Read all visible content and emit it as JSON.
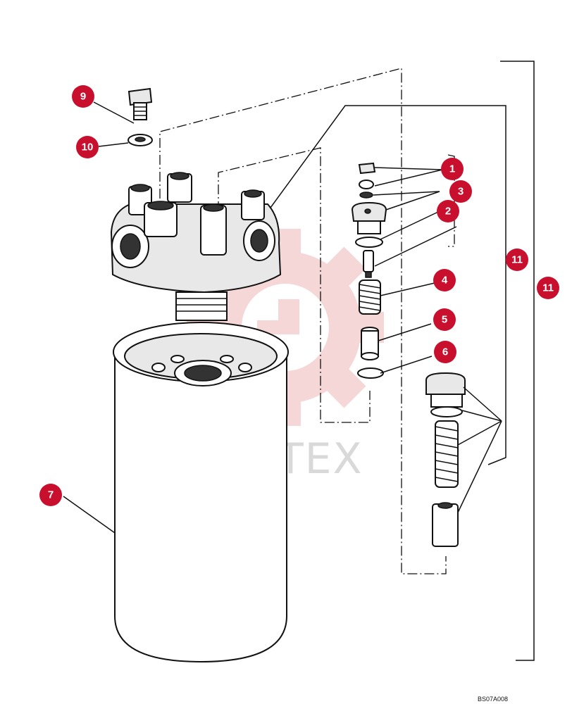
{
  "diagram": {
    "callouts": [
      {
        "id": "c1",
        "label": "1"
      },
      {
        "id": "c2",
        "label": "2"
      },
      {
        "id": "c3",
        "label": "3"
      },
      {
        "id": "c4",
        "label": "4"
      },
      {
        "id": "c5",
        "label": "5"
      },
      {
        "id": "c6",
        "label": "6"
      },
      {
        "id": "c7",
        "label": "7"
      },
      {
        "id": "c9",
        "label": "9"
      },
      {
        "id": "c10",
        "label": "10"
      },
      {
        "id": "c11a",
        "label": "11"
      },
      {
        "id": "c11b",
        "label": "11"
      }
    ],
    "watermark_text": "ИНТЕХ",
    "drawing_code": "BS07A008",
    "colors": {
      "callout": "#c8102e",
      "watermark": "#f2c9c9",
      "line": "#111111"
    }
  }
}
